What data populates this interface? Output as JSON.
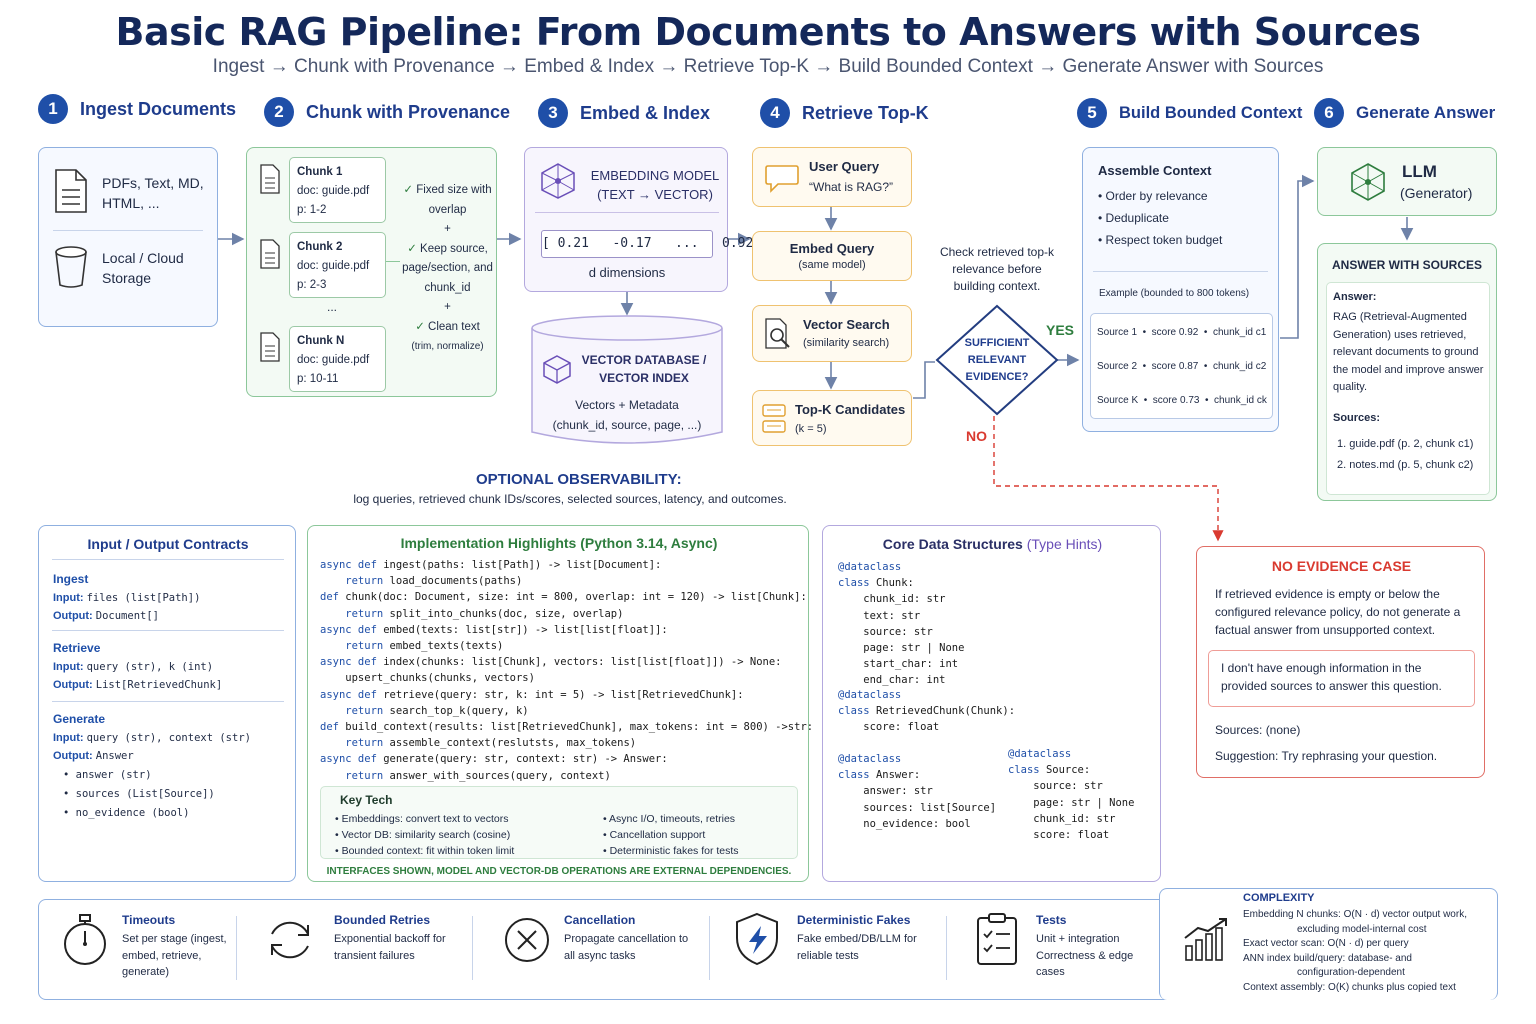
{
  "title": "Basic RAG Pipeline: From Documents to Answers with Sources",
  "subtitle": "Ingest → Chunk with Provenance → Embed & Index → Retrieve Top-K → Build Bounded Context → Generate Answer with Sources",
  "steps": [
    {
      "num": "1",
      "label": "Ingest Documents"
    },
    {
      "num": "2",
      "label": "Chunk with Provenance"
    },
    {
      "num": "3",
      "label": "Embed & Index"
    },
    {
      "num": "4",
      "label": "Retrieve Top-K"
    },
    {
      "num": "5",
      "label": "Build Bounded Context"
    },
    {
      "num": "6",
      "label": "Generate Answer"
    }
  ],
  "ingest": {
    "files": "PDFs, Text, MD, HTML, ...",
    "storage": "Local / Cloud Storage"
  },
  "chunks": [
    {
      "name": "Chunk 1",
      "doc": "doc: guide.pdf",
      "page": "p: 1-2"
    },
    {
      "name": "Chunk 2",
      "doc": "doc: guide.pdf",
      "page": "p: 2-3"
    },
    {
      "name": "Chunk N",
      "doc": "doc: guide.pdf",
      "page": "p: 10-11"
    }
  ],
  "chunk_ellipsis": "...",
  "chunk_rules": {
    "r1": "Fixed size with overlap",
    "plus1": "+",
    "r2": "Keep source, page/section, and chunk_id",
    "plus2": "+",
    "r3": "Clean text",
    "r3_sub": "(trim, normalize)"
  },
  "embedding": {
    "title": "EMBEDDING MODEL",
    "sub": "(TEXT → VECTOR)",
    "vector": "[ 0.21   -0.17   ...   0.92 ]",
    "dims": "d dimensions"
  },
  "vectordb": {
    "title": "VECTOR DATABASE / VECTOR INDEX",
    "line1": "Vectors + Metadata",
    "line2": "(chunk_id, source, page, ...)"
  },
  "retrieve": {
    "query_title": "User Query",
    "query_text": "“What is RAG?”",
    "embed_title": "Embed Query",
    "embed_sub": "(same model)",
    "search_title": "Vector Search",
    "search_sub": "(similarity search)",
    "topk_title": "Top-K Candidates",
    "topk_sub": "(k = 5)"
  },
  "decision": {
    "note": "Check retrieved top-k relevance before building context.",
    "text": "SUFFICIENT RELEVANT EVIDENCE?",
    "yes": "YES",
    "no": "NO"
  },
  "context": {
    "title": "Assemble Context",
    "items": [
      "Order by relevance",
      "Deduplicate",
      "Respect token budget"
    ],
    "example": "Example (bounded to 800 tokens)",
    "sources": [
      "Source 1  •  score 0.92  •  chunk_id c1",
      "Source 2  •  score 0.87  •  chunk_id c2",
      "Source K  •  score 0.73  •  chunk_id ck"
    ]
  },
  "llm": {
    "title": "LLM",
    "sub": "(Generator)"
  },
  "answer": {
    "title": "ANSWER WITH SOURCES",
    "answer_label": "Answer:",
    "answer_text": "RAG (Retrieval-Augmented Generation) uses retrieved, relevant documents to ground the model and improve answer quality.",
    "sources_label": "Sources:",
    "sources": [
      "1.  guide.pdf (p. 2, chunk c1)",
      "2.  notes.md (p. 5, chunk c2)"
    ]
  },
  "observability": {
    "title": "OPTIONAL OBSERVABILITY:",
    "text": "log queries, retrieved chunk IDs/scores, selected sources, latency, and outcomes."
  },
  "contracts": {
    "title": "Input / Output Contracts",
    "ingest": {
      "name": "Ingest",
      "input_label": "Input:",
      "input": "files (list[Path])",
      "output_label": "Output:",
      "output": "Document[]"
    },
    "retrieve": {
      "name": "Retrieve",
      "input_label": "Input:",
      "input": "query (str), k (int)",
      "output_label": "Output:",
      "output": "List[RetrievedChunk]"
    },
    "generate": {
      "name": "Generate",
      "input_label": "Input:",
      "input": "query (str), context (str)",
      "output_label": "Output:",
      "output": "Answer",
      "fields": [
        "answer (str)",
        "sources (List[Source])",
        "no_evidence (bool)"
      ]
    }
  },
  "impl": {
    "title": "Implementation Highlights (Python 3.14, Async)",
    "code": [
      [
        "async def",
        "ingest(paths: list[Path]) -> list[Document]:"
      ],
      [
        "    return",
        "load_documents(paths)"
      ],
      [
        "def",
        "chunk(doc: Document, size: int = 800, overlap: int = 120) -> list[Chunk]:"
      ],
      [
        "    return",
        "split_into_chunks(doc, size, overlap)"
      ],
      [
        "async def",
        "embed(texts: list[str]) -> list[list[float]]:"
      ],
      [
        "    return",
        "embed_texts(texts)"
      ],
      [
        "async def",
        "index(chunks: list[Chunk], vectors: list[list[float]]) -> None:"
      ],
      [
        "",
        "    upsert_chunks(chunks, vectors)"
      ],
      [
        "async def",
        "retrieve(query: str, k: int = 5) -> list[RetrievedChunk]:"
      ],
      [
        "    return",
        "search_top_k(query, k)"
      ],
      [
        "def",
        "build_context(results: list[RetrievedChunk], max_tokens: int = 800) ->str:"
      ],
      [
        "    return",
        "assemble_context(reslutsts, max_tokens)"
      ],
      [
        "async def",
        "generate(query: str, context: str) -> Answer:"
      ],
      [
        "    return",
        "answer_with_sources(query, context)"
      ]
    ],
    "keytech_title": "Key Tech",
    "keytech_left": [
      "Embeddings:  convert text to vectors",
      "Vector DB:  similarity search (cosine)",
      "Bounded context:  fit within token limit"
    ],
    "keytech_right": [
      "Async I/O, timeouts, retries",
      "Cancellation support",
      "Deterministic fakes for tests"
    ],
    "footer": "INTERFACES SHOWN, MODEL AND VECTOR-DB OPERATIONS ARE EXTERNAL DEPENDENCIES."
  },
  "structs": {
    "title_main": "Core Data Structures",
    "title_hint": "(Type Hints)",
    "chunk_code": [
      "@dataclass",
      "class Chunk:",
      "    chunk_id: str",
      "    text: str",
      "    source: str",
      "    page: str | None",
      "    start_char: int",
      "    end_char: int"
    ],
    "retrieved_code": [
      "@dataclass",
      "class RetrievedChunk(Chunk):",
      "    score: float"
    ],
    "answer_code": [
      "@dataclass",
      "class Answer:",
      "    answer: str",
      "    sources: list[Source]",
      "    no_evidence: bool"
    ],
    "source_code": [
      "@dataclass",
      "class Source:",
      "    source: str",
      "    page: str | None",
      "    chunk_id: str",
      "    score: float"
    ]
  },
  "no_evidence": {
    "title": "NO EVIDENCE CASE",
    "text": "If retrieved evidence is empty or below the configured relevance policy, do not generate a factual answer from unsupported context.",
    "reply": "I don't have enough information in the provided sources to answer this question.",
    "sources": "Sources:  (none)",
    "suggestion": "Suggestion:  Try rephrasing your question."
  },
  "footer": [
    {
      "title": "Timeouts",
      "text": "Set per stage (ingest, embed, retrieve, generate)",
      "icon": "stopwatch-icon"
    },
    {
      "title": "Bounded Retries",
      "text": "Exponential backoff for transient failures",
      "icon": "retry-icon"
    },
    {
      "title": "Cancellation",
      "text": "Propagate cancellation to all async tasks",
      "icon": "cancel-icon"
    },
    {
      "title": "Deterministic Fakes",
      "text": "Fake embed/DB/LLM for reliable tests",
      "icon": "shield-icon"
    },
    {
      "title": "Tests",
      "text": "Unit + integration Correctness & edge cases",
      "icon": "checklist-icon"
    }
  ],
  "complexity": {
    "title": "COMPLEXITY",
    "lines": [
      "Embedding N chunks:  O(N · d) vector output work,",
      "excluding model-internal cost",
      "Exact vector scan:  O(N · d) per query",
      "ANN index build/query:  database- and",
      "configuration-dependent",
      "Context assembly:  O(K) chunks plus copied text"
    ]
  },
  "colors": {
    "accent": "#1f4fa8",
    "green": "#2e7d3e",
    "purple": "#6a4fb8",
    "orange": "#e0a030",
    "red": "#d93a30"
  }
}
